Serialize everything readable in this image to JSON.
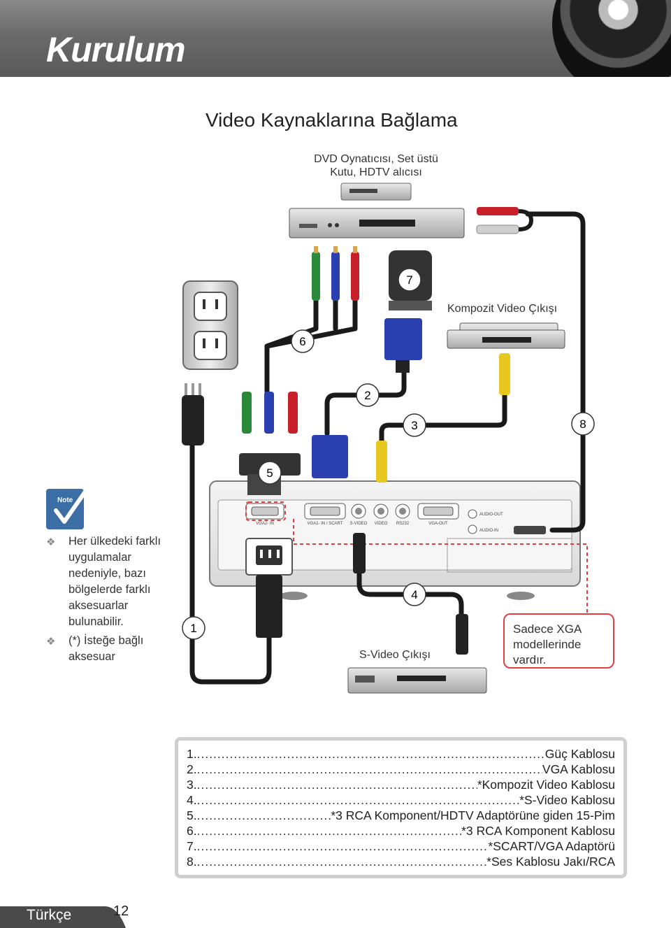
{
  "header": {
    "title": "Kurulum"
  },
  "section_title": "Video Kaynaklarına Bağlama",
  "labels": {
    "dvd_source_line1": "DVD Oynatıcısı, Set üstü",
    "dvd_source_line2": "Kutu, HDTV alıcısı",
    "composite_out": "Kompozit Video Çıkışı",
    "svideo_out": "S-Video Çıkışı"
  },
  "callouts": [
    "1",
    "2",
    "3",
    "4",
    "5",
    "6",
    "7",
    "8"
  ],
  "ports": {
    "vga2_in": "VGA2- IN",
    "vga1_in": "VGA1- IN / SCART",
    "svideo": "S-VIDEO",
    "video": "VIDEO",
    "rs232": "RS232",
    "vga_out": "VGA-OUT",
    "audio_out": "AUDIO-OUT",
    "audio_in": "AUDIO-IN"
  },
  "note": {
    "icon_text": "Note",
    "items": [
      "Her ülkedeki farklı uygulamalar nedeniyle, bazı bölgelerde farklı aksesuarlar bulunabilir.",
      "(*) İsteğe bağlı aksesuar"
    ]
  },
  "xga_note": "Sadece XGA modellerinde vardır.",
  "legend": [
    {
      "num": "1",
      "text": "Güç Kablosu"
    },
    {
      "num": "2",
      "text": "VGA Kablosu"
    },
    {
      "num": "3",
      "text": "*Kompozit Video Kablosu"
    },
    {
      "num": "4",
      "text": "*S-Video Kablosu"
    },
    {
      "num": "5",
      "text": "*3 RCA Komponent/HDTV Adaptörüne giden 15-Pim"
    },
    {
      "num": "6",
      "text": "*3 RCA Komponent Kablosu"
    },
    {
      "num": "7",
      "text": "*SCART/VGA Adaptörü"
    },
    {
      "num": "8",
      "text": "*Ses Kablosu Jakı/RCA"
    }
  ],
  "footer": {
    "language": "Türkçe",
    "page": "12"
  },
  "colors": {
    "header_gray": "#6a6a6a",
    "accent_red": "#e04040",
    "note_blue": "#3b6ea5",
    "cable_black": "#1a1a1a"
  },
  "icons": [
    "lens-icon",
    "note-check-icon",
    "diamond-bullet-icon"
  ]
}
